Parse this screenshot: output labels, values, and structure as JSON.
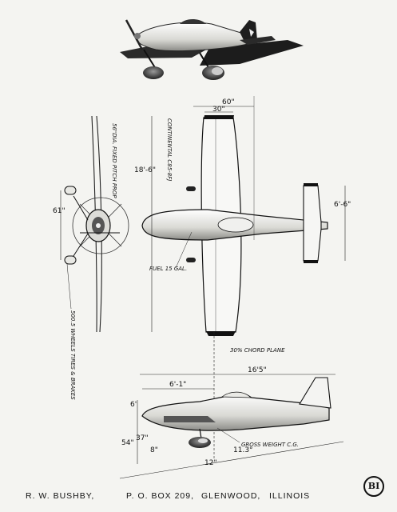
{
  "dimensions": {
    "span": "18'-6\"",
    "chord": "60\"",
    "half_chord": "30\"",
    "tail_span": "6'-6\"",
    "length": "16'5\"",
    "nose_to_cg": "6'-1\"",
    "fin_height": "6'",
    "height": "54\"",
    "gear_height": "37\"",
    "small_offset": "8\"",
    "cg_offset": "12\"",
    "angle": "11.3°",
    "track": "61\""
  },
  "labels": {
    "prop": "56\"DIA. FIXED PITCH PROP",
    "engine": "CONTINENTAL C85-8FJ",
    "fuel": "FUEL 15 GAL.",
    "wheels": "500.5 WHEELS TIRES & BRAKES",
    "chord_plane": "30% CHORD PLANE",
    "cg": "GROSS WEIGHT C.G."
  },
  "footer": {
    "name": "R. W. BUSHBY,",
    "address": "P. O. BOX 209,",
    "city": "GLENWOOD,",
    "state": "ILLINOIS"
  },
  "logo": "BI"
}
